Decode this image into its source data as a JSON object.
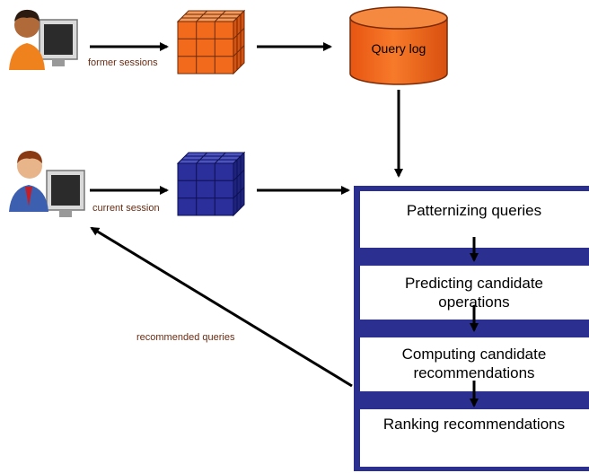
{
  "labels": {
    "former_sessions": "former sessions",
    "current_session": "current session",
    "recommended_queries": "recommended queries",
    "query_log": "Query log"
  },
  "pipeline": {
    "steps": [
      {
        "label": "Patternizing queries"
      },
      {
        "label": "Predicting candidate operations"
      },
      {
        "label": "Computing candidate recommendations"
      },
      {
        "label": "Ranking recommendations"
      }
    ]
  },
  "colors": {
    "orange": "#f26b1d",
    "blue": "#2a2f9c",
    "panel_blue": "#2b2f8f",
    "label_text": "#6b2b10",
    "arrow": "#000000"
  },
  "icons": {
    "user_former": "user-at-computer-icon",
    "user_current": "user-at-computer-icon",
    "former_cube": "data-cube-icon",
    "current_cube": "data-cube-icon",
    "query_log": "database-cylinder-icon"
  }
}
